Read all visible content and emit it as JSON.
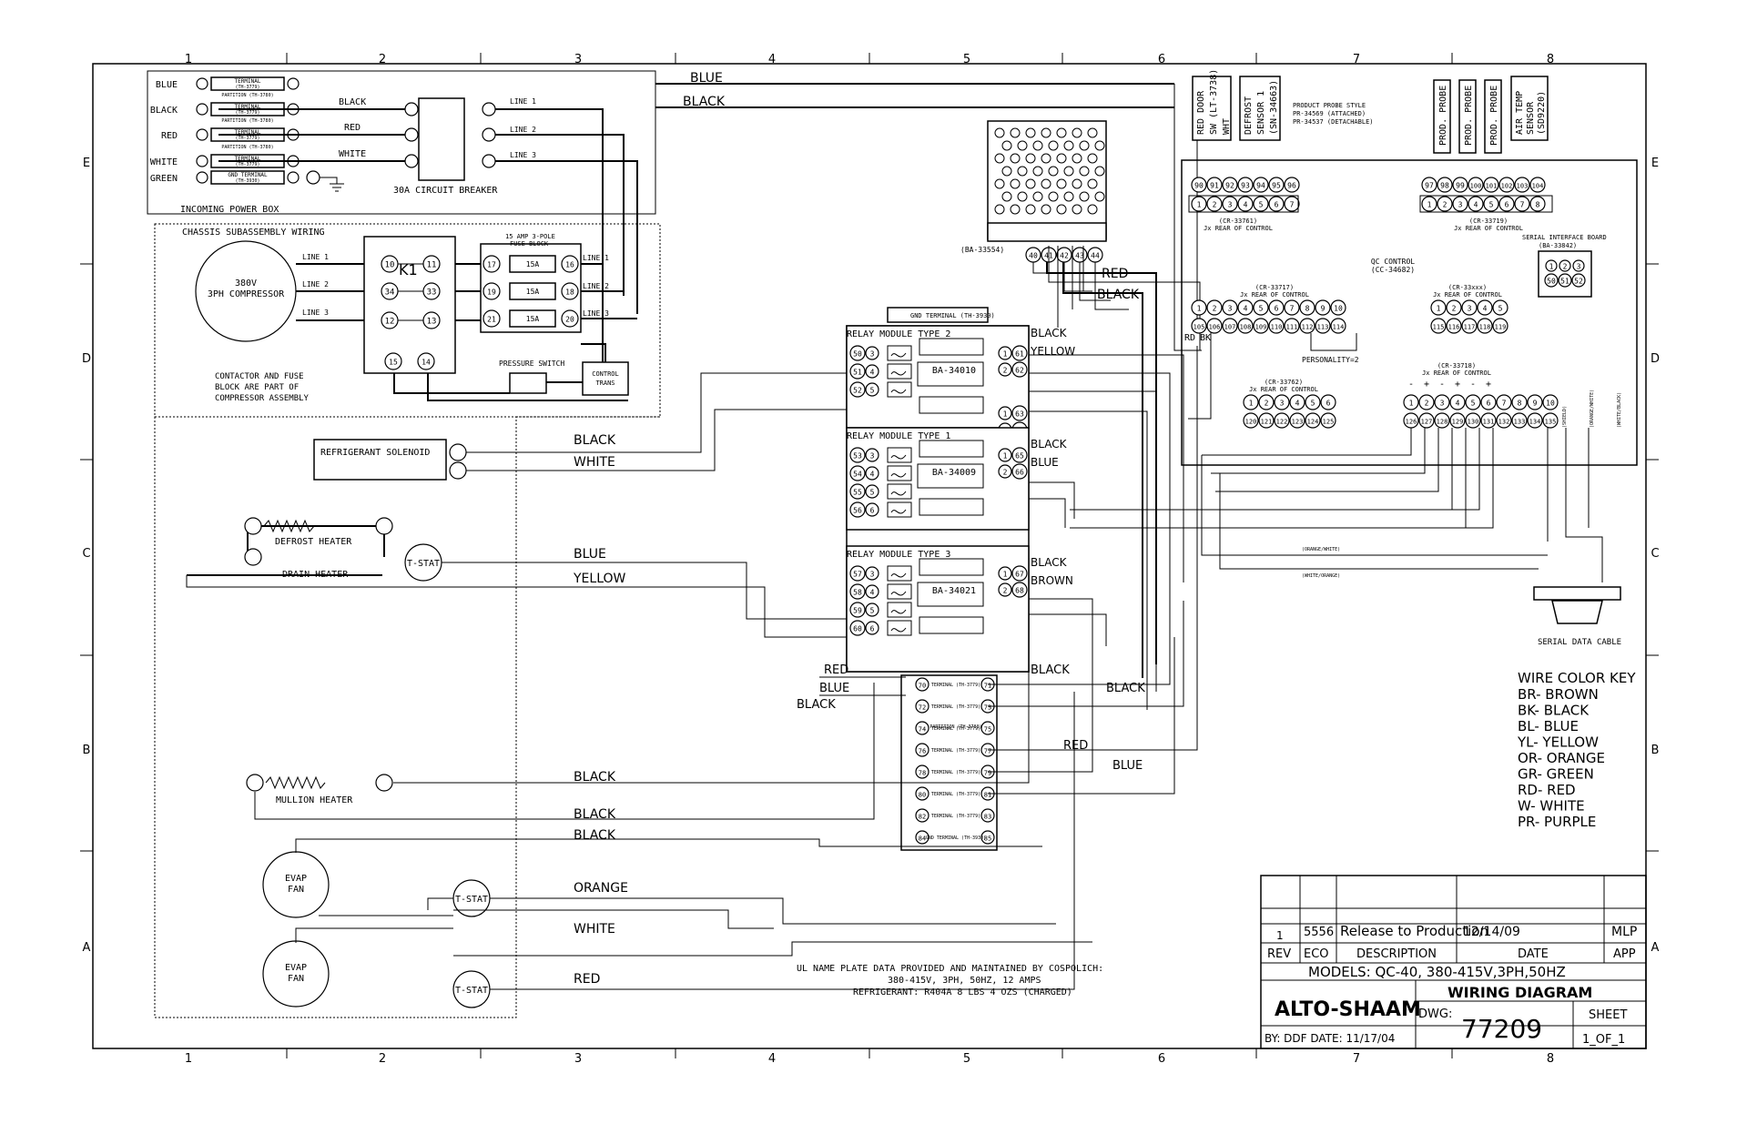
{
  "border": {
    "cols": [
      "1",
      "2",
      "3",
      "4",
      "5",
      "6",
      "7",
      "8"
    ],
    "rows": [
      "E",
      "D",
      "C",
      "B",
      "A"
    ]
  },
  "power_box": {
    "title": "INCOMING POWER BOX",
    "inputs": [
      "BLUE",
      "BLACK",
      "RED",
      "WHITE",
      "GREEN"
    ],
    "terminals": [
      "TERMINAL (TH-3779)",
      "TERMINAL (TH-3779)",
      "TERMINAL (TH-3779)",
      "TERMINAL (TH-3779)",
      "GND TERMINAL (TH-3930)"
    ],
    "partitions": [
      "PARTITION (TH-3780)",
      "PARTITION (TH-3780)",
      "PARTITION (TH-3780)"
    ],
    "breaker": "30A CIRCUIT BREAKER",
    "wire_labels": [
      "BLACK",
      "RED",
      "WHITE"
    ],
    "lines": [
      "LINE 1",
      "LINE 2",
      "LINE 3"
    ]
  },
  "chassis": {
    "title": "CHASSIS SUBASSEMBLY WIRING",
    "compressor": [
      "380V",
      "3PH COMPRESSOR"
    ],
    "contactor": "K1",
    "fuse_block": [
      "15 AMP 3-POLE",
      "FUSE BLOCK"
    ],
    "fuses": [
      "15A",
      "15A",
      "15A"
    ],
    "lines": [
      "LINE 1",
      "LINE 2",
      "LINE 3"
    ],
    "note": [
      "CONTACTOR AND FUSE",
      "BLOCK ARE PART OF",
      "COMPRESSOR ASSEMBLY"
    ],
    "pressure_switch": "PRESSURE SWITCH",
    "control_trans": [
      "CONTROL",
      "TRANS"
    ]
  },
  "top_wires": [
    "BLUE",
    "BLACK"
  ],
  "power_supply": "(BA-33554)",
  "ps_terminals": [
    "40",
    "41",
    "42",
    "43",
    "44"
  ],
  "ps_wires": [
    "RED",
    "BLACK"
  ],
  "relay_modules": [
    {
      "title": "RELAY MODULE TYPE 2",
      "part": "BA-34010",
      "left": [
        "50",
        "51",
        "52"
      ],
      "right": [
        "61",
        "62",
        "63",
        "64"
      ],
      "wires": [
        "BLACK",
        "YELLOW"
      ]
    },
    {
      "title": "RELAY MODULE TYPE 1",
      "part": "BA-34009",
      "left": [
        "53",
        "54",
        "55",
        "56"
      ],
      "right": [
        "65",
        "66"
      ],
      "wires": [
        "BLACK",
        "BLUE"
      ]
    },
    {
      "title": "RELAY MODULE TYPE 3",
      "part": "BA-34021",
      "left": [
        "57",
        "58",
        "59",
        "60"
      ],
      "right": [
        "67",
        "68"
      ],
      "wires": [
        "BLACK",
        "BROWN"
      ]
    }
  ],
  "gnd_terminal_top": "GND TERMINAL (TH-3930)",
  "loads": {
    "solenoid": "REFRIGERANT SOLENOID",
    "defrost": "DEFROST HEATER",
    "drain": "DRAIN HEATER",
    "tstat": "T-STAT",
    "mullion": "MULLION HEATER",
    "evap": [
      "EVAP",
      "FAN"
    ]
  },
  "load_wires": [
    "BLACK",
    "WHITE",
    "BLUE",
    "YELLOW",
    "BLACK",
    "BLACK",
    "BLACK",
    "ORANGE",
    "WHITE",
    "RED"
  ],
  "term_wires": [
    "RED",
    "BLUE",
    "BLACK",
    "BLACK",
    "RED",
    "BLUE",
    "BLACK"
  ],
  "terminal_strip": {
    "label": "TERMINAL (TH-3779)",
    "partition": "PARTITION (TH-3780)",
    "gnd": "GND TERMINAL (TH-3930)",
    "left": [
      "70",
      "72",
      "74",
      "76",
      "78",
      "80",
      "82",
      "84"
    ],
    "right": [
      "71",
      "73",
      "75",
      "77",
      "79",
      "81",
      "83",
      "85"
    ]
  },
  "control": {
    "title": [
      "QC CONTROL",
      "(CC-34682)"
    ],
    "door": [
      "RED DOOR",
      "SW (LT-3738)"
    ],
    "door_wht": "WHT",
    "defrost_sensor": [
      "DEFROST",
      "SENSOR 1",
      "(SN-34663)"
    ],
    "probe_style": [
      "PRODUCT PROBE STYLE",
      "PR-34569 (ATTACHED)",
      "PR-34537 (DETACHABLE)"
    ],
    "j1_top": [
      "90",
      "91",
      "92",
      "93",
      "94",
      "95",
      "96"
    ],
    "j1_bot": [
      "1",
      "2",
      "3",
      "4",
      "5",
      "6",
      "7"
    ],
    "j1_label": [
      "(CR-33761)",
      "Jx REAR OF CONTROL"
    ],
    "probes": [
      "PROD. PROBE",
      "PROD. PROBE",
      "PROD. PROBE"
    ],
    "air_temp": [
      "AIR TEMP",
      "SENSOR",
      "(SD9220)"
    ],
    "j2_top": [
      "97",
      "98",
      "99",
      "100",
      "101",
      "102",
      "103",
      "104"
    ],
    "j2_bot": [
      "1",
      "2",
      "3",
      "4",
      "5",
      "6",
      "7",
      "8"
    ],
    "j2_label": [
      "(CR-33719)",
      "Jx REAR OF CONTROL"
    ],
    "serial_board": [
      "SERIAL INTERFACE BOARD",
      "(BA-33842)"
    ],
    "serial_top": [
      "1",
      "2",
      "3"
    ],
    "serial_bot": [
      "50",
      "51",
      "52"
    ],
    "j3_label": [
      "(CR-33717)",
      "Jx REAR OF CONTROL"
    ],
    "j3_top": [
      "1",
      "2",
      "3",
      "4",
      "5",
      "6",
      "7",
      "8",
      "9",
      "10"
    ],
    "j3_bot": [
      "105",
      "106",
      "107",
      "108",
      "109",
      "110",
      "111",
      "112",
      "113",
      "114"
    ],
    "rd_bk": [
      "RD",
      "BK"
    ],
    "personality": "PERSONALITY=2",
    "j4_label": [
      "(CR-33xxx)",
      "Jx REAR OF CONTROL"
    ],
    "j4_top": [
      "1",
      "2",
      "3",
      "4",
      "5"
    ],
    "j4_bot": [
      "115",
      "116",
      "117",
      "118",
      "119"
    ],
    "j5_label": [
      "(CR-33762)",
      "Jx REAR OF CONTROL"
    ],
    "j5_top": [
      "1",
      "2",
      "3",
      "4",
      "5",
      "6"
    ],
    "j5_bot": [
      "120",
      "121",
      "122",
      "123",
      "124",
      "125"
    ],
    "j6_label": [
      "(CR-33718)",
      "Jx REAR OF CONTROL"
    ],
    "j6_top": [
      "1",
      "2",
      "3",
      "4",
      "5",
      "6",
      "7",
      "8",
      "9",
      "10"
    ],
    "j6_bot": [
      "126",
      "127",
      "128",
      "129",
      "130",
      "131",
      "132",
      "133",
      "134",
      "135"
    ],
    "j6_signs": [
      "-",
      "+",
      "-",
      "+",
      "-",
      "+"
    ],
    "shields": [
      "(SHIELD)",
      "(ORANGE/WHITE)",
      "(WHITE/BLACK)"
    ],
    "cable_wires": [
      "(ORANGE/WHITE)",
      "(WHITE/ORANGE)"
    ],
    "serial_cable": "SERIAL DATA CABLE"
  },
  "color_key": {
    "title": "WIRE COLOR KEY",
    "items": [
      "BR- BROWN",
      "BK- BLACK",
      "BL- BLUE",
      "YL- YELLOW",
      "OR- ORANGE",
      "GR- GREEN",
      "RD- RED",
      "W- WHITE",
      "PR- PURPLE"
    ]
  },
  "nameplate": [
    "UL NAME PLATE DATA PROVIDED AND MAINTAINED BY COSPOLICH:",
    "380-415V, 3PH, 50HZ, 12 AMPS",
    "REFRIGERANT: R404A 8 LBS 4 OZS (CHARGED)"
  ],
  "title_block": {
    "rev": "1",
    "eco": "5556",
    "description": "Release to Production",
    "date": "12/14/09",
    "app": "MLP",
    "h_rev": "REV",
    "h_eco": "ECO",
    "h_desc": "DESCRIPTION",
    "h_date": "DATE",
    "h_app": "APP",
    "models": "MODELS: QC-40, 380-415V,3PH,50HZ",
    "company": "ALTO-SHAAM",
    "title": "WIRING DIAGRAM",
    "dwg_label": "DWG:",
    "dwg": "77209",
    "sheet_label": "SHEET",
    "sheet": "1_OF_1",
    "by": "BY: DDF DATE: 11/17/04"
  }
}
